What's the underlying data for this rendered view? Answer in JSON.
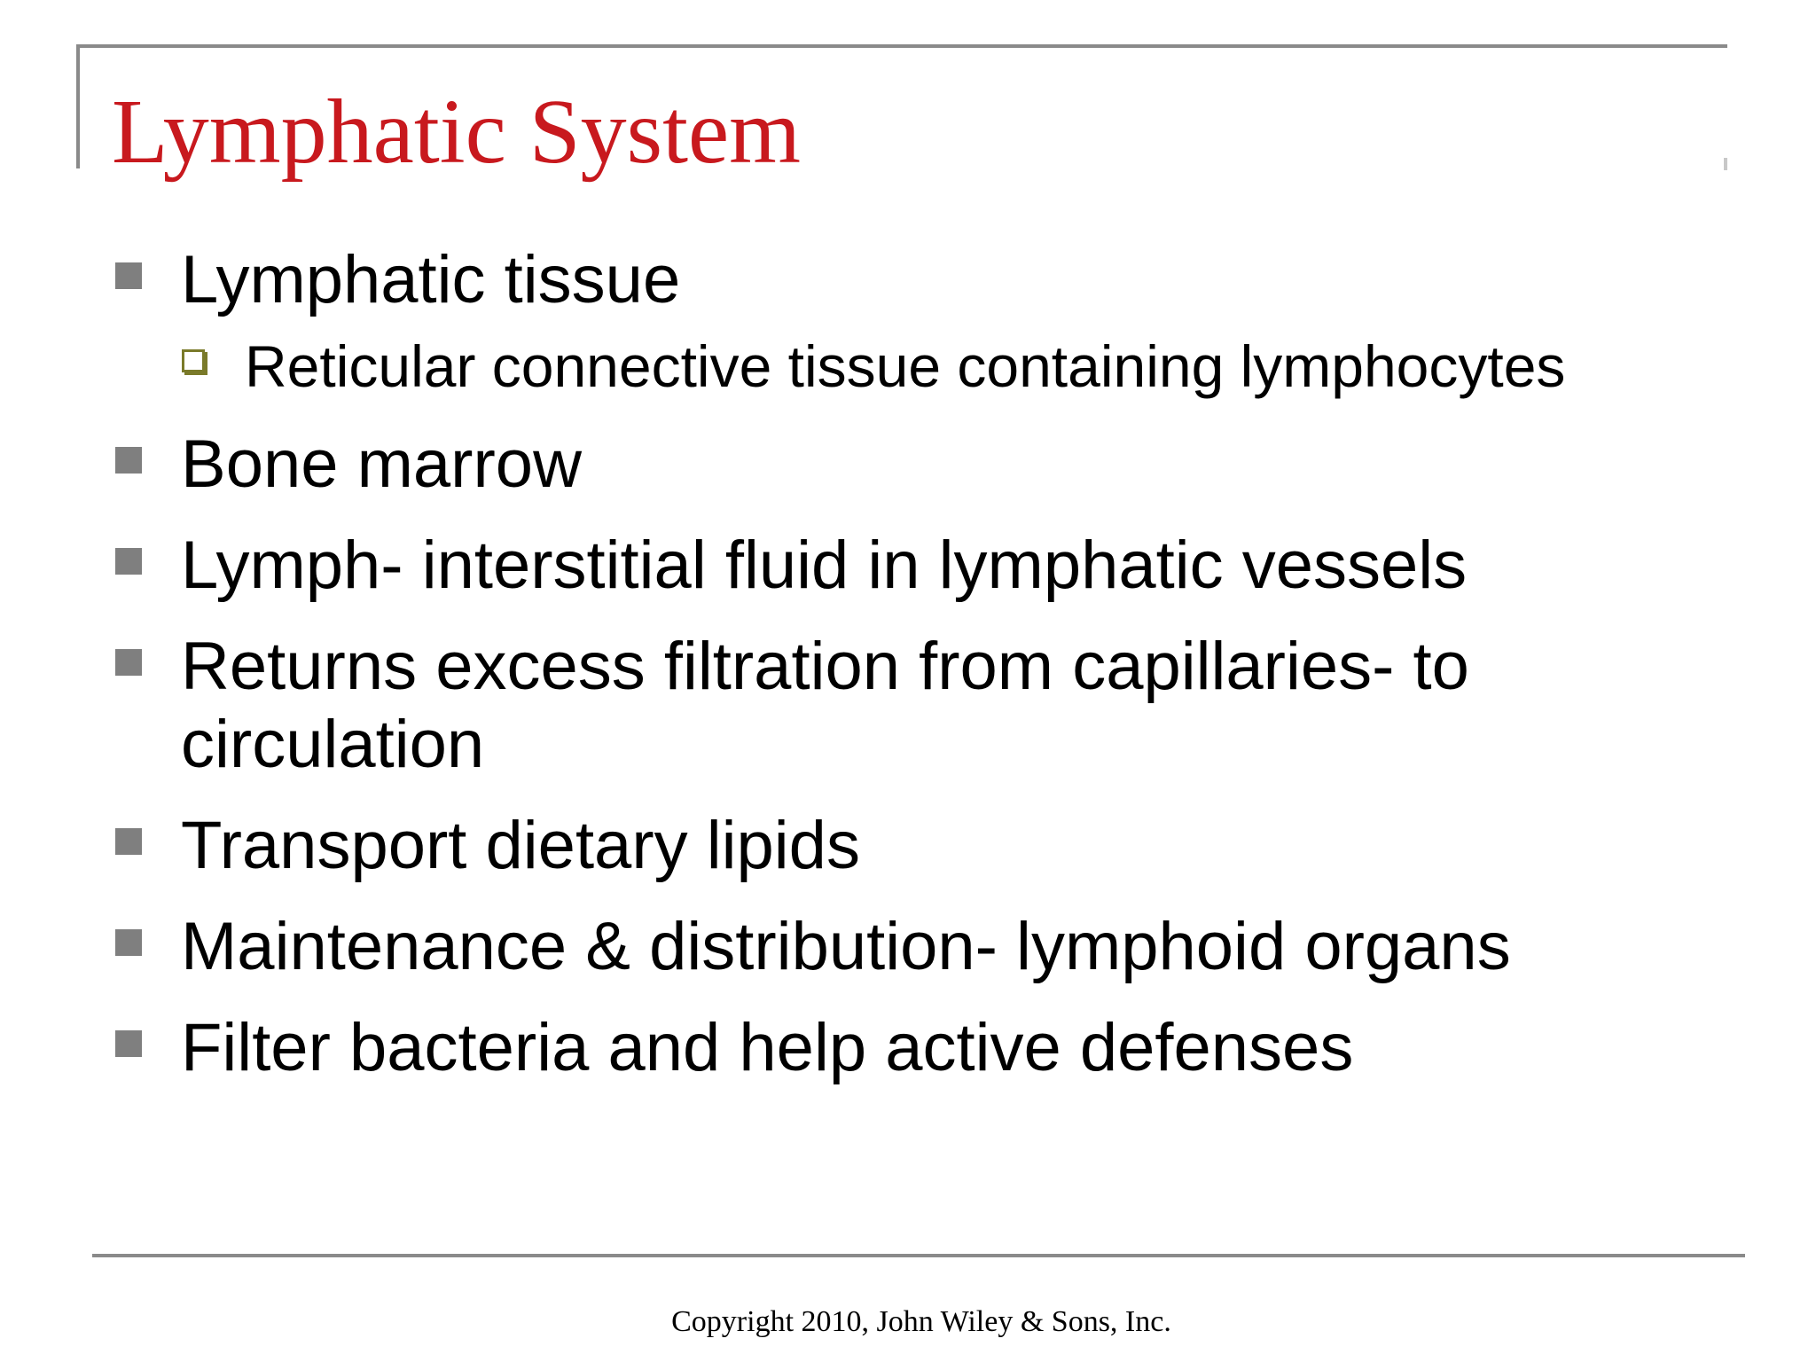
{
  "slide": {
    "title": "Lymphatic System",
    "bullets": [
      {
        "text": "Lymphatic tissue",
        "sub": [
          "Reticular connective tissue containing lymphocytes"
        ]
      },
      {
        "text": "Bone marrow"
      },
      {
        "text": "Lymph- interstitial fluid in lymphatic vessels"
      },
      {
        "text": "Returns excess filtration from capillaries- to circulation"
      },
      {
        "text": "Transport dietary lipids"
      },
      {
        "text": "Maintenance & distribution- lymphoid organs"
      },
      {
        "text": "Filter bacteria and help active defenses"
      }
    ],
    "footer": "Copyright 2010, John Wiley & Sons, Inc."
  },
  "colors": {
    "title": "#c8191e",
    "bullet_marker": "#7f7f7f",
    "sub_marker": "#7a7a2a",
    "rule": "#8a8a8a"
  },
  "icons": {
    "bullet": "square-bullet-icon",
    "sub_bullet": "hollow-square-bullet-icon"
  }
}
